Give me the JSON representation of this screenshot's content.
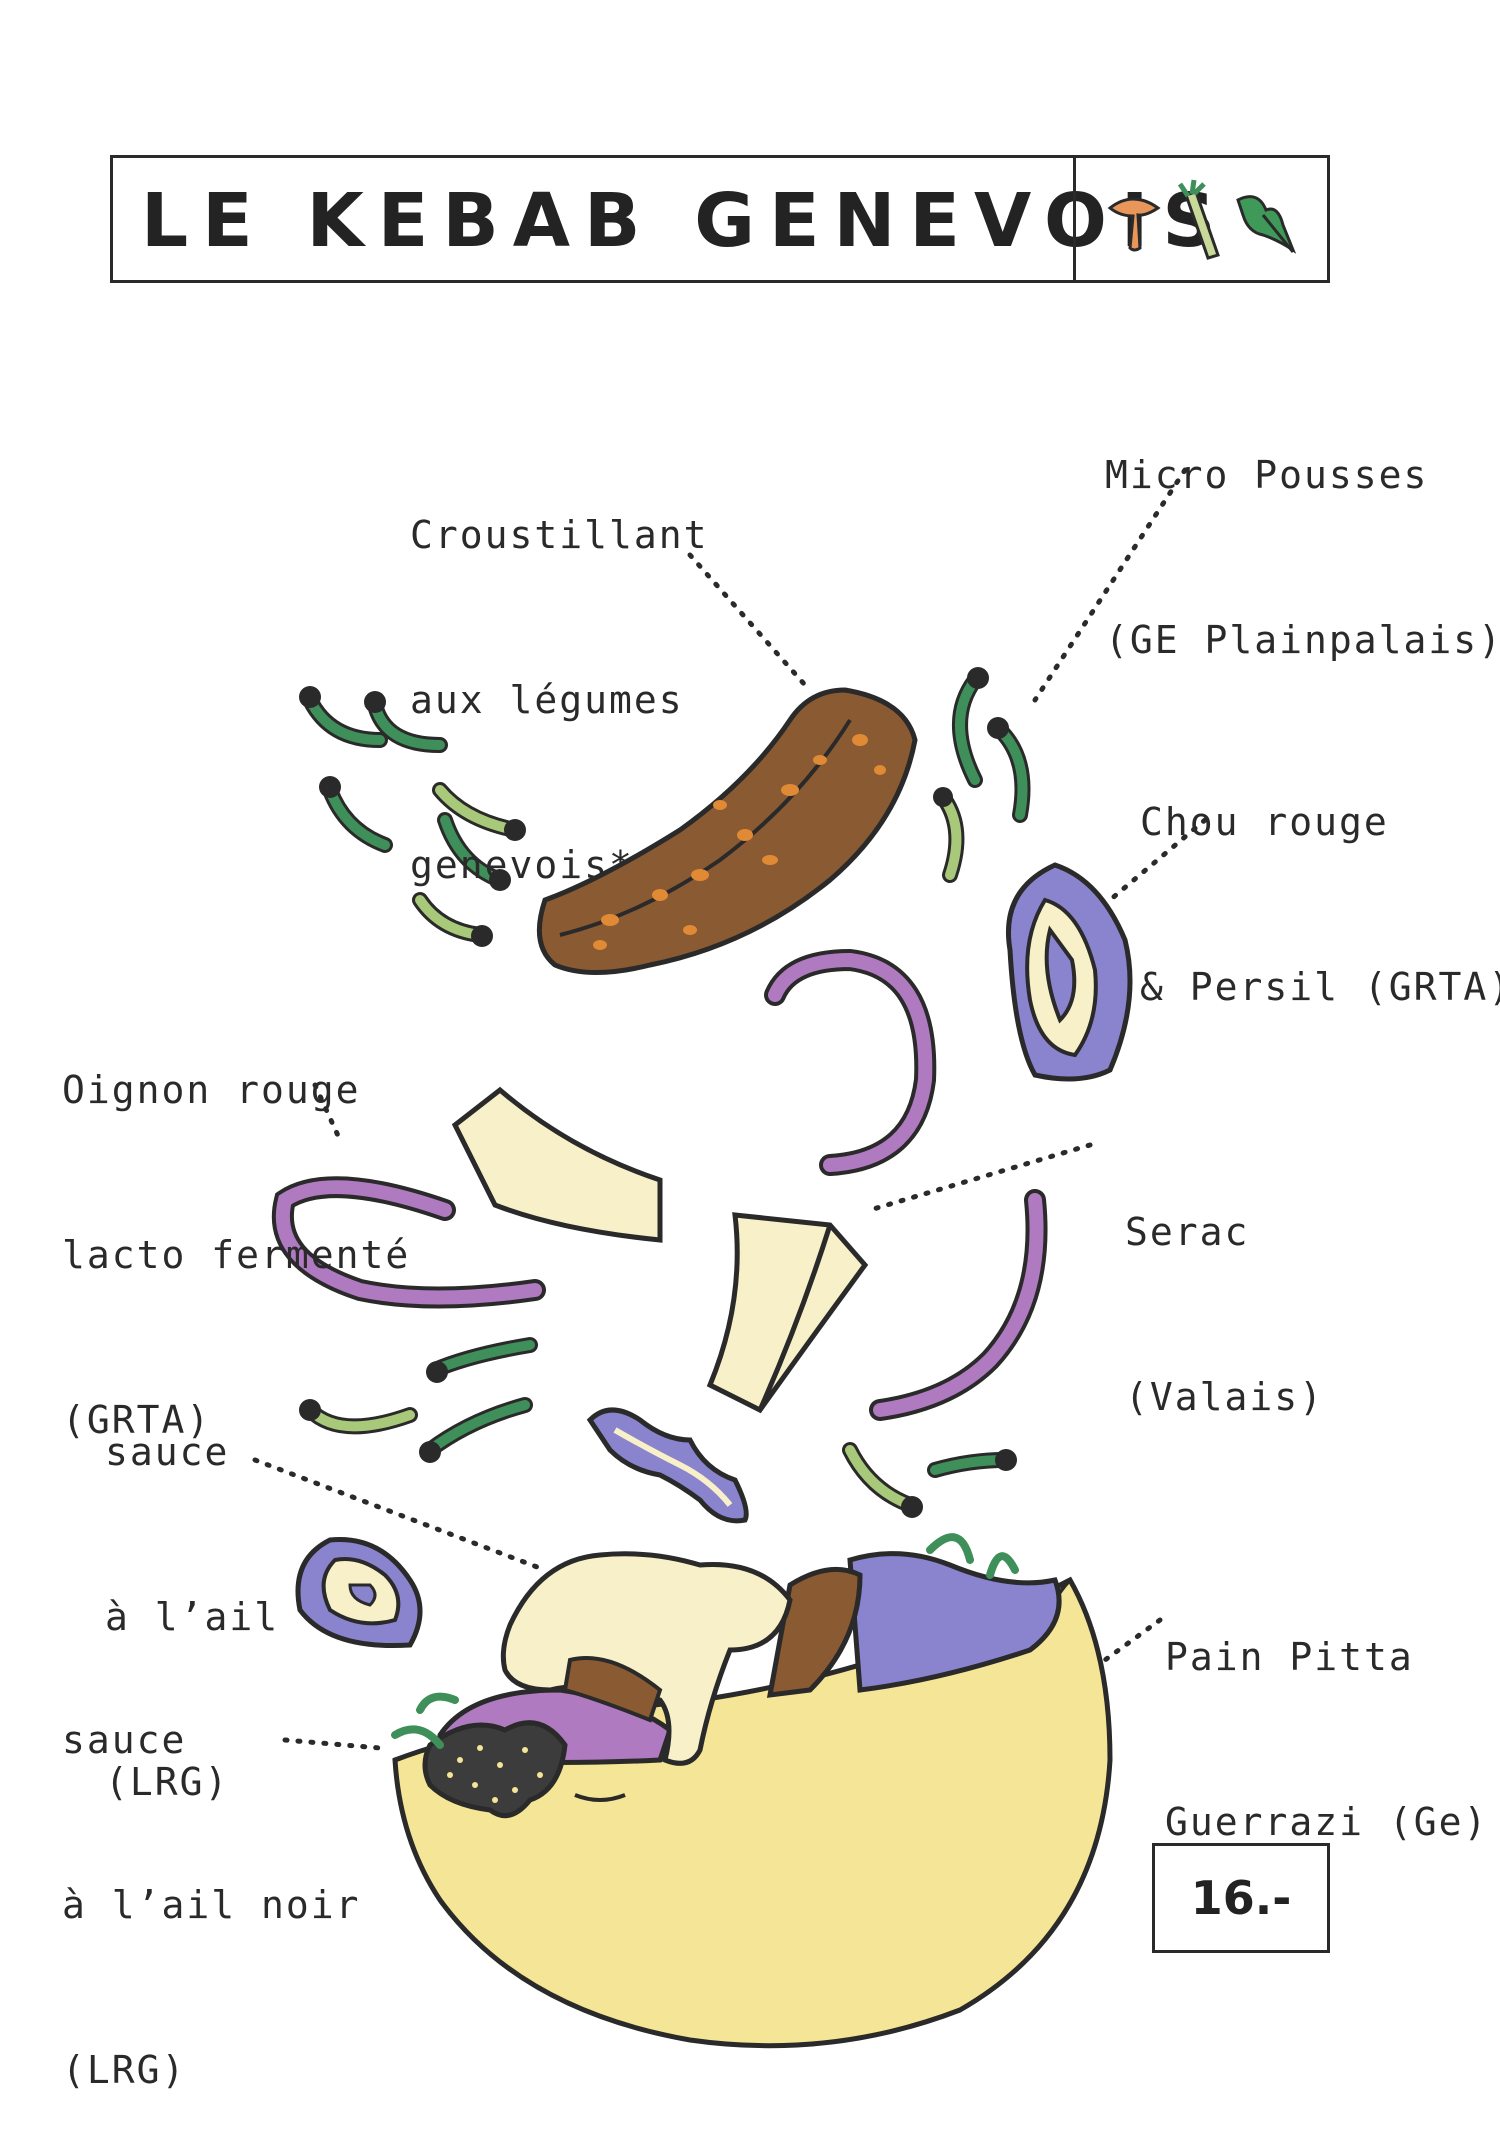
{
  "title": "LE KEBAB GENEVOIS",
  "title_icons": [
    "mushroom-icon",
    "leek-icon",
    "herb-leaf-icon"
  ],
  "labels": {
    "croustillant": [
      "Croustillant",
      "aux légumes",
      "genevois*"
    ],
    "micro_pousses": [
      "Micro Pousses",
      "(GE Plainpalais)"
    ],
    "chou_rouge": [
      "Chou rouge",
      "& Persil (GRTA)"
    ],
    "oignon": [
      "Oignon rouge",
      "lacto fermenté",
      "(GRTA)"
    ],
    "serac": [
      "Serac",
      "(Valais)"
    ],
    "sauce_ail": [
      "sauce",
      "à l’ail",
      "(LRG)"
    ],
    "sauce_ail_noir": [
      "sauce",
      "à l’ail noir",
      "(LRG)"
    ],
    "pain": [
      "Pain Pitta",
      "Guerrazi (Ge)"
    ]
  },
  "price": "16.-",
  "colors": {
    "ink": "#2a2a2a",
    "falafel": "#8a5a32",
    "falafel_dots": "#e08a35",
    "sprout_green": "#3f8f5a",
    "sprout_light": "#a9c97a",
    "onion_purple": "#b07ac0",
    "cabbage_purple": "#8a84cf",
    "cheese": "#f7f0c8",
    "bread": "#f5e596",
    "black_garlic": "#3c3c3c"
  }
}
